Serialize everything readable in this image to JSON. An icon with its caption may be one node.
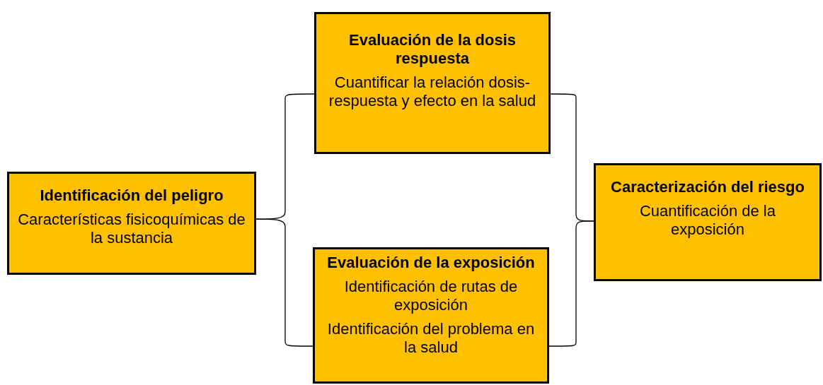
{
  "diagram": {
    "nodes": [
      {
        "text": [
          "Identificación del peligro",
          "Características fisicoquímicas de la sustancia"
        ]
      },
      {
        "text": [
          "Evaluación de la dosis respuesta",
          "Cuantificar la relación dosis- respuesta y efecto en la salud"
        ]
      },
      {
        "text": [
          "Evaluación de la exposición",
          "Identificación de rutas de exposición",
          "Identificación del problema en la salud"
        ]
      },
      {
        "text": [
          "Caracterización del riesgo",
          "Cuantificación de la exposición"
        ]
      }
    ],
    "edges": [
      {
        "from": 0,
        "to": 1,
        "arrow": "none"
      },
      {
        "from": 0,
        "to": 2,
        "arrow": "none"
      },
      {
        "from": 1,
        "to": 3,
        "arrow": "none"
      },
      {
        "from": 2,
        "to": 3,
        "arrow": "none"
      }
    ]
  }
}
